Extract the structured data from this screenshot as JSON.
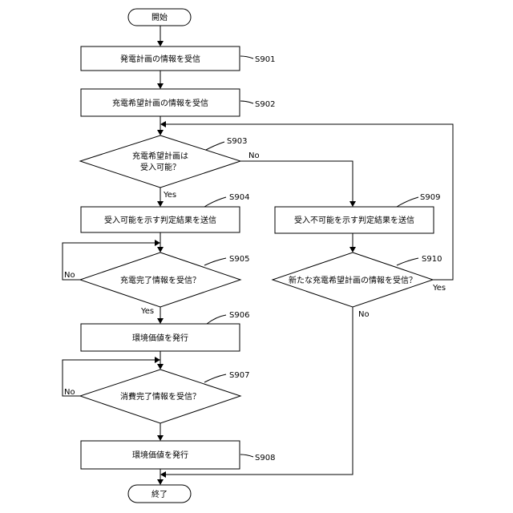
{
  "nodes": {
    "start": "開始",
    "s901": "発電計画の情報を受信",
    "s902": "充電希望計画の情報を受信",
    "s903_line1": "充電希望計画は",
    "s903_line2": "受入可能？",
    "s904": "受入可能を示す判定結果を送信",
    "s905": "充電完了情報を受信？",
    "s906": "環境価値を発行",
    "s907": "消費完了情報を受信？",
    "s908": "環境価値を発行",
    "s909": "受入不可能を示す判定結果を送信",
    "s910": "新たな充電希望計画の情報を受信？",
    "end": "終了"
  },
  "steps": {
    "s901": "S901",
    "s902": "S902",
    "s903": "S903",
    "s904": "S904",
    "s905": "S905",
    "s906": "S906",
    "s907": "S907",
    "s908": "S908",
    "s909": "S909",
    "s910": "S910"
  },
  "branch_labels": {
    "s903_yes": "Yes",
    "s903_no": "No",
    "s905_yes": "Yes",
    "s905_no": "No",
    "s907_no": "No",
    "s910_yes": "Yes",
    "s910_no": "No"
  }
}
